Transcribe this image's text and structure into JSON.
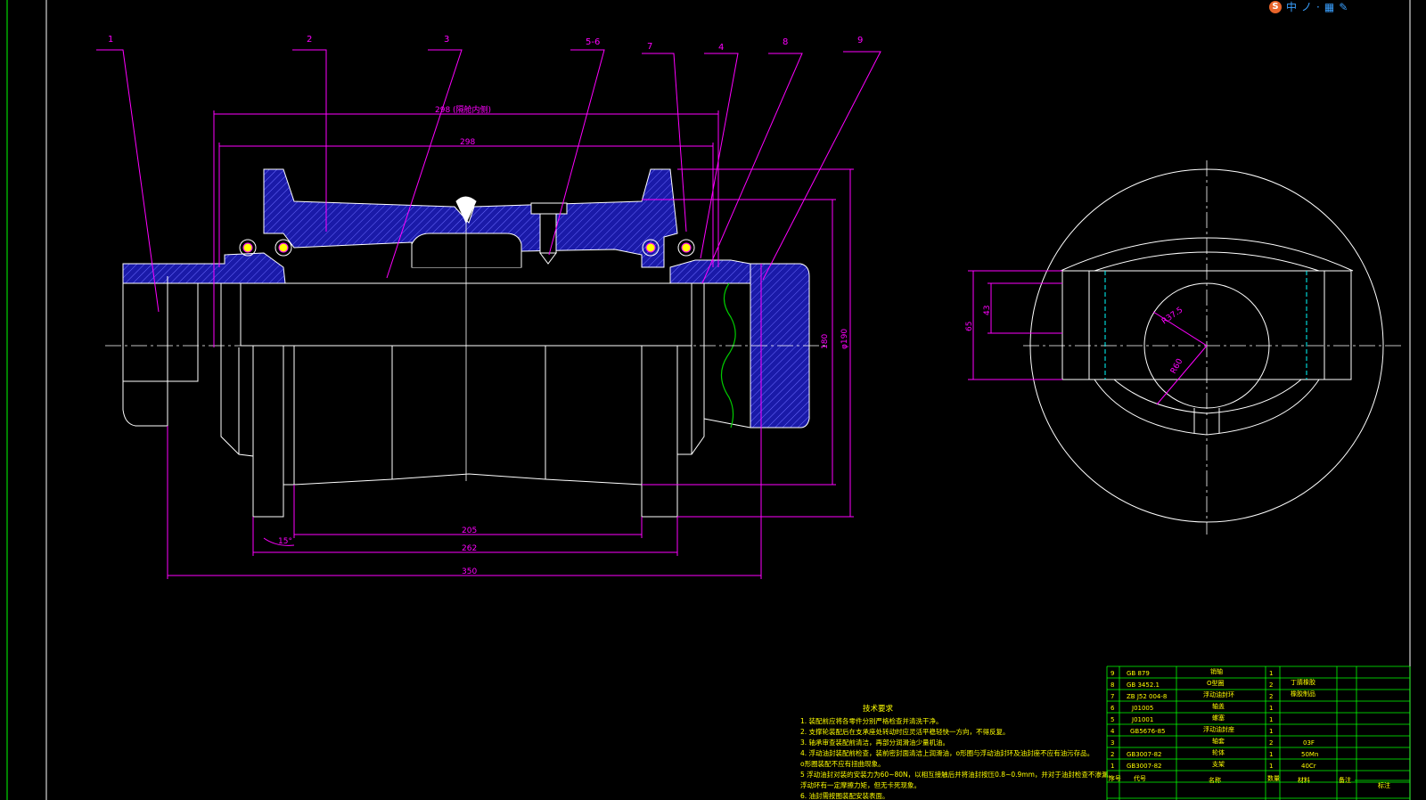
{
  "colors": {
    "background": "#000000",
    "outline": "#ffffff",
    "leader": "#ff00ff",
    "hatch": "#1a1aa8",
    "text": "#ffff00",
    "table_line": "#00ff00",
    "hidden_line": "#00ffff",
    "break_line": "#00cc00"
  },
  "ime_toolbar": {
    "logo": "S",
    "buttons": [
      "中",
      "ノ",
      "·",
      "▦",
      "✎"
    ]
  },
  "balloons": [
    "1",
    "2",
    "3",
    "5-6",
    "7",
    "4",
    "8",
    "9"
  ],
  "dimensions": {
    "top_overall": "298 (隔舱内侧)",
    "top_inner": "298",
    "bottom_inner": "205",
    "bottom_mid": "262",
    "bottom_overall": "350",
    "chamfer": "15°",
    "diameter_small": "180",
    "diameter_large": "φ190",
    "side_height": "65",
    "side_inner": "43",
    "side_radius_outer": "R37.5",
    "side_radius_inner": "R60"
  },
  "notes": {
    "title": "技术要求",
    "lines": [
      "1. 装配前应将各零件分别严格检查并清洗干净。",
      "2. 支撑轮装配后在支承座处转动时应灵活平稳轻快一方向，不得反复。",
      "3. 轴承审查装配前清洁，再部分润滑油少量机油。",
      "4. 浮动油封装配前检查，装前密封面清洁上润滑油，o形圈与浮动油封环及油封座不应有油污存品。",
      "o形圈装配不应有扭曲现象。",
      "5 浮动油封对装的安装力为60~80N，以相互接触后并将油封按压0.8~0.9mm，并对于油封检查不渗漏。",
      "浮动环有一定摩擦力矩，但无卡死现象。",
      "6. 油封需按图装配安装表面。"
    ]
  },
  "bom": {
    "rows": [
      {
        "no": "9",
        "code": "GB 879",
        "name": "销轴",
        "qty": "1",
        "material": "",
        "note": "丁腈橡胶"
      },
      {
        "no": "8",
        "code": "GB 3452.1",
        "name": "O型圈",
        "qty": "2",
        "material": "",
        "note": "橡胶制品"
      },
      {
        "no": "7",
        "code": "ZB J52 004-8",
        "name": "浮动油封环",
        "qty": "2",
        "material": "",
        "note": ""
      },
      {
        "no": "6",
        "code": "J01005",
        "name": "轴盖",
        "qty": "1",
        "material": "",
        "note": ""
      },
      {
        "no": "5",
        "code": "J01001",
        "name": "螺塞",
        "qty": "1",
        "material": "",
        "note": ""
      },
      {
        "no": "4",
        "code": "GB5676-85",
        "name": "浮动油封座",
        "qty": "1",
        "material": "",
        "note": ""
      },
      {
        "no": "3",
        "code": "",
        "name": "轴套",
        "qty": "2",
        "material": "03F",
        "note": ""
      },
      {
        "no": "2",
        "code": "GB3007-82",
        "name": "轮体",
        "qty": "1",
        "material": "50Mn",
        "note": ""
      },
      {
        "no": "1",
        "code": "GB3007-82",
        "name": "支架",
        "qty": "1",
        "material": "40Cr",
        "note": ""
      }
    ],
    "header": {
      "no": "序号",
      "code": "代号",
      "name": "名称",
      "qty": "数量",
      "material": "材料",
      "note": "备注",
      "extra": "标注"
    }
  }
}
